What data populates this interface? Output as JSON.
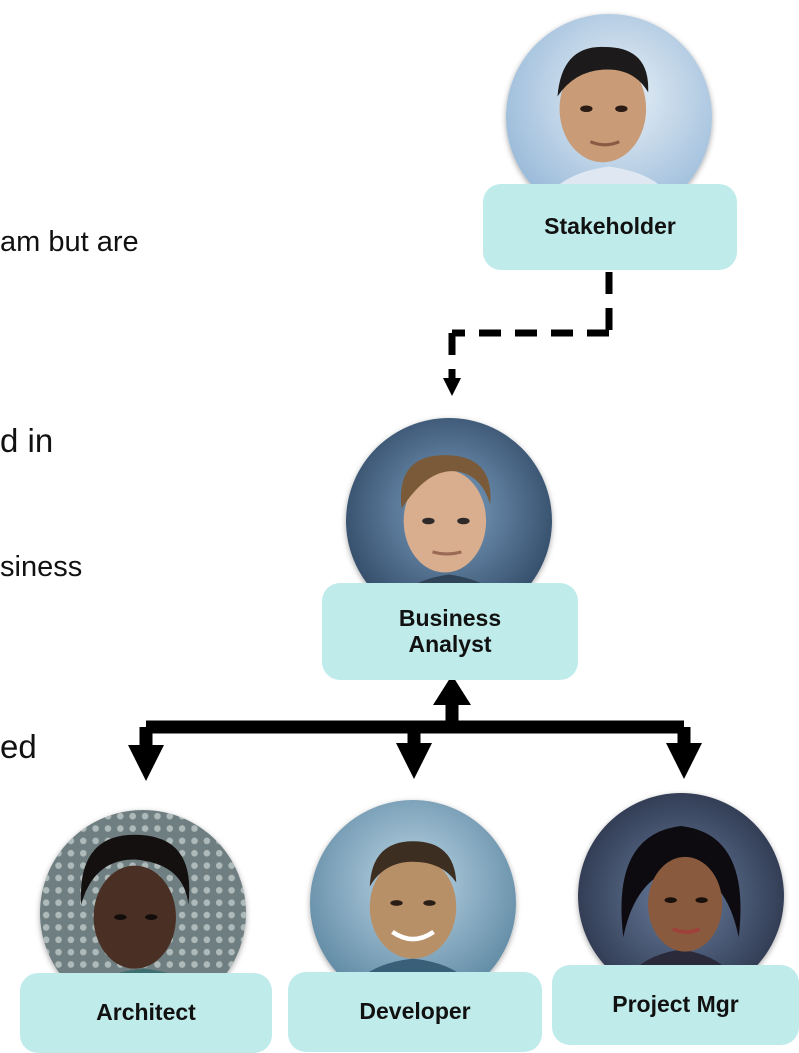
{
  "text_fragments": [
    "am but are",
    "d in",
    "siness",
    "ed"
  ],
  "roles": {
    "stakeholder": "Stakeholder",
    "business_analyst_line1": "Business",
    "business_analyst_line2": "Analyst",
    "architect": "Architect",
    "developer": "Developer",
    "project_mgr": "Project Mgr"
  },
  "colors": {
    "label_fill": "#bfeceb",
    "connector": "#000000"
  },
  "icons": {
    "connector_dashed": "dashed-arrow",
    "connector_solid": "solid-arrows"
  }
}
